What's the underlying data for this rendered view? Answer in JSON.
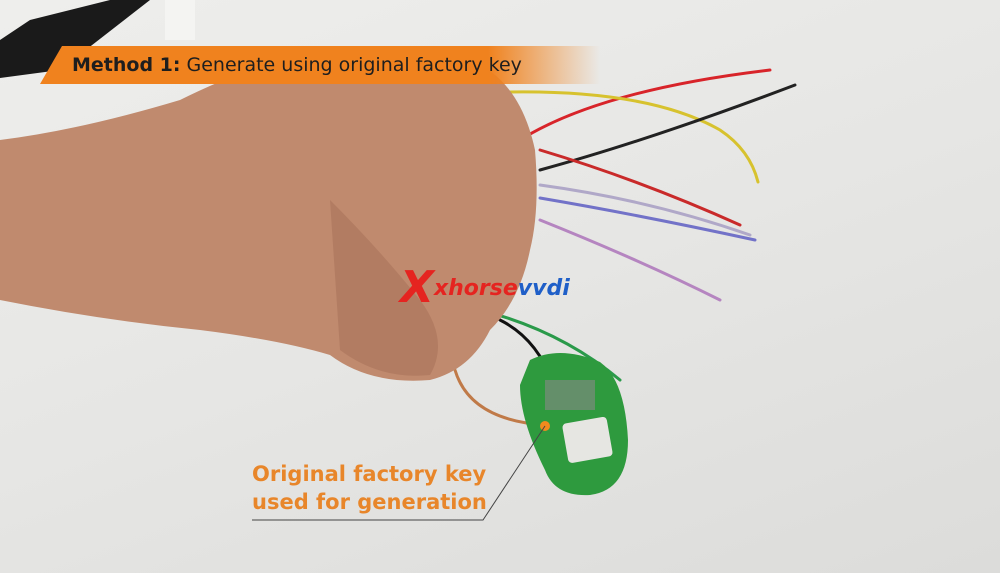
{
  "banner": {
    "method_label": "Method 1:",
    "text": "Generate using original factory key"
  },
  "caption": {
    "line1": "Original factory key",
    "line2": "used for generation"
  },
  "watermark": {
    "logo_mark": "X",
    "brand_part1": "xhorse",
    "brand_part2": "vvdi"
  },
  "colors": {
    "accent": "#f0821e",
    "caption": "#e8862a",
    "pcb": "#2e9a3e",
    "logo_red": "#e52420",
    "logo_blue": "#1f5fc8"
  }
}
